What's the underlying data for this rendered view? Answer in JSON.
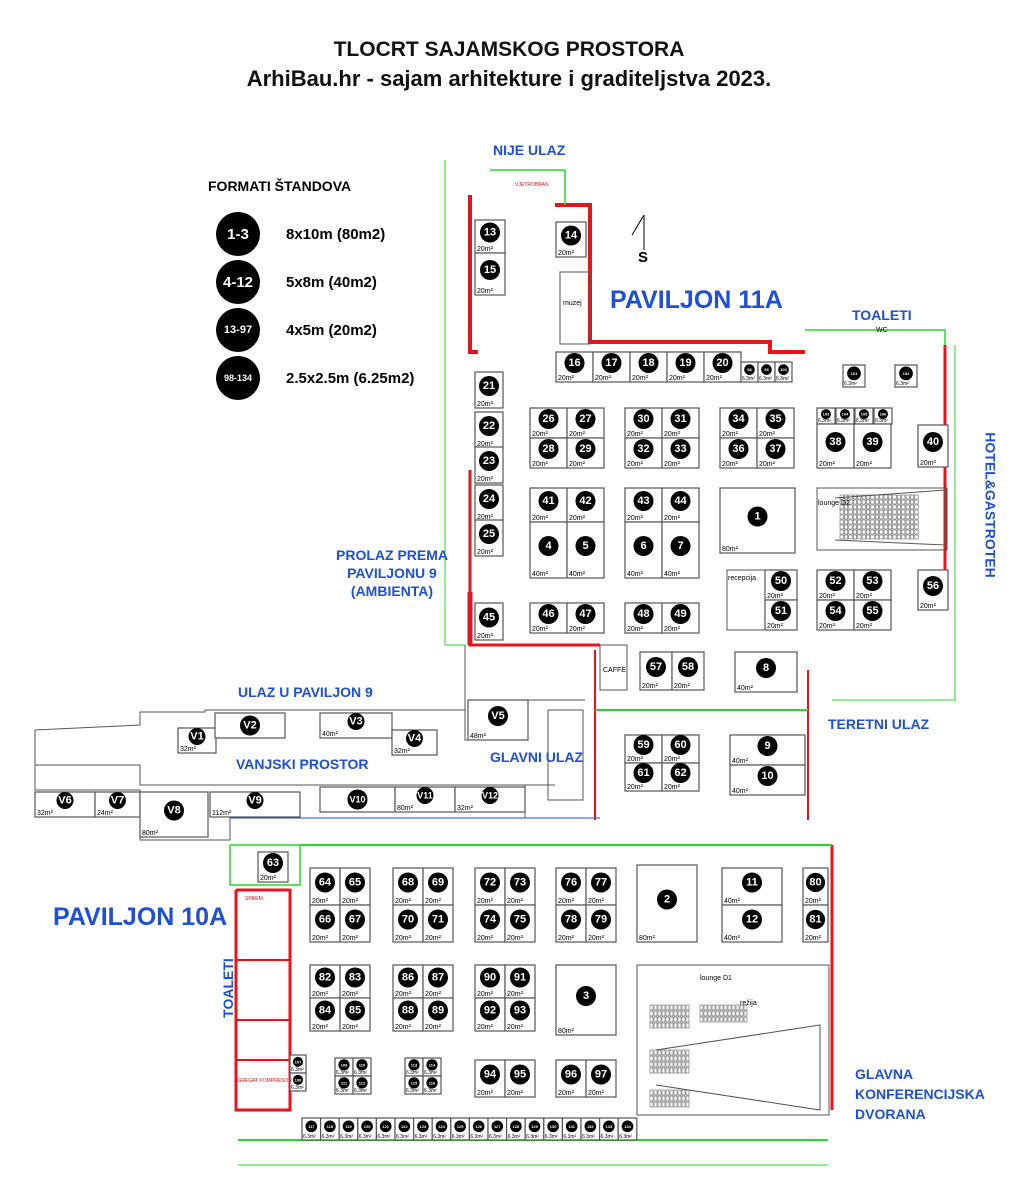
{
  "header": {
    "title": "TLOCRT SAJAMSKOG PROSTORA",
    "subtitle": "ArhiBau.hr - sajam arhitekture i graditeljstva 2023."
  },
  "legend": {
    "title": "FORMATI ŠTANDOVA",
    "items": [
      {
        "range": "1-3",
        "size": "8x10m (80m2)"
      },
      {
        "range": "4-12",
        "size": "5x8m (40m2)"
      },
      {
        "range": "13-97",
        "size": "4x5m (20m2)"
      },
      {
        "range": "98-134",
        "size": "2.5x2.5m (6.25m2)"
      }
    ]
  },
  "labels": {
    "nije_ulaz": "NIJE ULAZ",
    "paviljon_11a": "PAVILJON 11A",
    "toaleti_top": "TOALETI",
    "hotel": "HOTEL&GASTROTEH",
    "prolaz": [
      "PROLAZ PREMA",
      "PAVILJONU 9",
      "(AMBIENTA)"
    ],
    "ulaz_9": "ULAZ U PAVILJON 9",
    "vanjski": "VANJSKI PROSTOR",
    "glavni_ulaz": "GLAVNI ULAZ",
    "teretni_ulaz": "TERETNI ULAZ",
    "paviljon_10a": "PAVILJON 10A",
    "toaleti_left": "TOALETI",
    "dvorana": [
      "GLAVNA",
      "KONFERENCIJSKA",
      "DVORANA"
    ],
    "north": "S",
    "muzej": "muzej",
    "caffe": "CAFFE",
    "recepcija": "recepcija",
    "lounge_d2": "lounge D2",
    "lounge_d1": "lounge D1",
    "rezija": "režija",
    "agregat": "AGREGAT KOMPRESOR",
    "wc": "WC",
    "vjetrobran": "VJETROBRAN",
    "spremiste": "SPREM."
  },
  "booths": [
    {
      "n": "13",
      "a": "20m²"
    },
    {
      "n": "15",
      "a": "20m²"
    },
    {
      "n": "14",
      "a": "20m²"
    },
    {
      "n": "16",
      "a": "20m²"
    },
    {
      "n": "17",
      "a": "20m²"
    },
    {
      "n": "18",
      "a": "20m²"
    },
    {
      "n": "19",
      "a": "20m²"
    },
    {
      "n": "20",
      "a": "20m²"
    },
    {
      "n": "98",
      "a": "6.3m²"
    },
    {
      "n": "99",
      "a": "6.3m²"
    },
    {
      "n": "100",
      "a": "6.3m²"
    },
    {
      "n": "101",
      "a": "6.3m²"
    },
    {
      "n": "102",
      "a": "6.3m²"
    },
    {
      "n": "21",
      "a": "20m²"
    },
    {
      "n": "22",
      "a": "20m²"
    },
    {
      "n": "23",
      "a": "20m²"
    },
    {
      "n": "24",
      "a": "20m²"
    },
    {
      "n": "25",
      "a": "20m²"
    },
    {
      "n": "45",
      "a": "20m²"
    },
    {
      "n": "26",
      "a": "20m²"
    },
    {
      "n": "27",
      "a": "20m²"
    },
    {
      "n": "28",
      "a": "20m²"
    },
    {
      "n": "29",
      "a": "20m²"
    },
    {
      "n": "30",
      "a": "20m²"
    },
    {
      "n": "31",
      "a": "20m²"
    },
    {
      "n": "32",
      "a": "20m²"
    },
    {
      "n": "33",
      "a": "20m²"
    },
    {
      "n": "34",
      "a": "20m²"
    },
    {
      "n": "35",
      "a": "20m²"
    },
    {
      "n": "36",
      "a": "20m²"
    },
    {
      "n": "37",
      "a": "20m²"
    },
    {
      "n": "103",
      "a": "6.3m²"
    },
    {
      "n": "104",
      "a": "6.3m²"
    },
    {
      "n": "105",
      "a": "6.3m²"
    },
    {
      "n": "106",
      "a": "6.3m²"
    },
    {
      "n": "38",
      "a": "20m²"
    },
    {
      "n": "39",
      "a": "20m²"
    },
    {
      "n": "40",
      "a": "20m²"
    },
    {
      "n": "41",
      "a": "20m²"
    },
    {
      "n": "4",
      "a": "40m²"
    },
    {
      "n": "42",
      "a": "20m²"
    },
    {
      "n": "5",
      "a": "40m²"
    },
    {
      "n": "43",
      "a": "20m²"
    },
    {
      "n": "6",
      "a": "40m²"
    },
    {
      "n": "44",
      "a": "20m²"
    },
    {
      "n": "7",
      "a": "40m²"
    },
    {
      "n": "1",
      "a": "80m²"
    },
    {
      "n": "50",
      "a": "20m²"
    },
    {
      "n": "51",
      "a": "20m²"
    },
    {
      "n": "52",
      "a": "20m²"
    },
    {
      "n": "53",
      "a": "20m²"
    },
    {
      "n": "54",
      "a": "20m²"
    },
    {
      "n": "55",
      "a": "20m²"
    },
    {
      "n": "56",
      "a": "20m²"
    },
    {
      "n": "46",
      "a": "20m²"
    },
    {
      "n": "47",
      "a": "20m²"
    },
    {
      "n": "48",
      "a": "20m²"
    },
    {
      "n": "49",
      "a": "20m²"
    },
    {
      "n": "57",
      "a": "20m²"
    },
    {
      "n": "58",
      "a": "20m²"
    },
    {
      "n": "8",
      "a": "40m²"
    },
    {
      "n": "59",
      "a": "20m²"
    },
    {
      "n": "60",
      "a": "20m²"
    },
    {
      "n": "61",
      "a": "20m²"
    },
    {
      "n": "62",
      "a": "20m²"
    },
    {
      "n": "9",
      "a": "40m²"
    },
    {
      "n": "10",
      "a": "40m²"
    },
    {
      "n": "V5",
      "a": "48m²"
    },
    {
      "n": "V1",
      "a": "32m²"
    },
    {
      "n": "V2",
      "a": ""
    },
    {
      "n": "V3",
      "a": "40m²"
    },
    {
      "n": "V4",
      "a": "32m²"
    },
    {
      "n": "V6",
      "a": "32m²"
    },
    {
      "n": "V7",
      "a": "24m²"
    },
    {
      "n": "V8",
      "a": "80m²"
    },
    {
      "n": "V9",
      "a": "112m²"
    },
    {
      "n": "V10",
      "a": ""
    },
    {
      "n": "V11",
      "a": "80m²"
    },
    {
      "n": "V12",
      "a": "32m²"
    },
    {
      "n": "63",
      "a": "20m²"
    },
    {
      "n": "64",
      "a": "20m²"
    },
    {
      "n": "65",
      "a": "20m²"
    },
    {
      "n": "66",
      "a": "20m²"
    },
    {
      "n": "67",
      "a": "20m²"
    },
    {
      "n": "68",
      "a": "20m²"
    },
    {
      "n": "69",
      "a": "20m²"
    },
    {
      "n": "70",
      "a": "20m²"
    },
    {
      "n": "71",
      "a": "20m²"
    },
    {
      "n": "72",
      "a": "20m²"
    },
    {
      "n": "73",
      "a": "20m²"
    },
    {
      "n": "74",
      "a": "20m²"
    },
    {
      "n": "75",
      "a": "20m²"
    },
    {
      "n": "76",
      "a": "20m²"
    },
    {
      "n": "77",
      "a": "20m²"
    },
    {
      "n": "78",
      "a": "20m²"
    },
    {
      "n": "79",
      "a": "20m²"
    },
    {
      "n": "2",
      "a": "80m²"
    },
    {
      "n": "11",
      "a": "40m²"
    },
    {
      "n": "12",
      "a": "40m²"
    },
    {
      "n": "80",
      "a": "20m²"
    },
    {
      "n": "81",
      "a": "20m²"
    },
    {
      "n": "82",
      "a": "20m²"
    },
    {
      "n": "83",
      "a": "20m²"
    },
    {
      "n": "84",
      "a": "20m²"
    },
    {
      "n": "85",
      "a": "20m²"
    },
    {
      "n": "86",
      "a": "20m²"
    },
    {
      "n": "87",
      "a": "20m²"
    },
    {
      "n": "88",
      "a": "20m²"
    },
    {
      "n": "89",
      "a": "20m²"
    },
    {
      "n": "90",
      "a": "20m²"
    },
    {
      "n": "91",
      "a": "20m²"
    },
    {
      "n": "92",
      "a": "20m²"
    },
    {
      "n": "93",
      "a": "20m²"
    },
    {
      "n": "3",
      "a": "80m²"
    },
    {
      "n": "94",
      "a": "20m²"
    },
    {
      "n": "95",
      "a": "20m²"
    },
    {
      "n": "96",
      "a": "20m²"
    },
    {
      "n": "97",
      "a": "20m²"
    },
    {
      "n": "107",
      "a": "6.3m²"
    },
    {
      "n": "108",
      "a": "6.3m²"
    },
    {
      "n": "109",
      "a": "6.3m²"
    },
    {
      "n": "110",
      "a": "6.3m²"
    },
    {
      "n": "111",
      "a": "6.3m²"
    },
    {
      "n": "112",
      "a": "6.3m²"
    },
    {
      "n": "113",
      "a": "6.3m²"
    },
    {
      "n": "114",
      "a": "6.3m²"
    },
    {
      "n": "115",
      "a": "6.3m²"
    },
    {
      "n": "116",
      "a": "6.3m²"
    },
    {
      "n": "117",
      "a": "6.3m²"
    },
    {
      "n": "118",
      "a": "6.3m²"
    },
    {
      "n": "119",
      "a": "6.3m²"
    },
    {
      "n": "120",
      "a": "6.3m²"
    },
    {
      "n": "121",
      "a": "6.3m²"
    },
    {
      "n": "122",
      "a": "6.3m²"
    },
    {
      "n": "123",
      "a": "6.3m²"
    },
    {
      "n": "124",
      "a": "6.3m²"
    },
    {
      "n": "125",
      "a": "6.3m²"
    },
    {
      "n": "126",
      "a": "6.3m²"
    },
    {
      "n": "127",
      "a": "6.3m²"
    },
    {
      "n": "128",
      "a": "6.3m²"
    },
    {
      "n": "129",
      "a": "6.3m²"
    },
    {
      "n": "130",
      "a": "6.3m²"
    },
    {
      "n": "131",
      "a": "6.3m²"
    },
    {
      "n": "132",
      "a": "6.3m²"
    },
    {
      "n": "133",
      "a": "6.3m²"
    },
    {
      "n": "134",
      "a": "6.3m²"
    }
  ],
  "colors": {
    "label_blue": "#1d4fd8",
    "wall_red": "#e8141b",
    "door_green": "#2bd62b",
    "booth_dot": "#000000"
  }
}
